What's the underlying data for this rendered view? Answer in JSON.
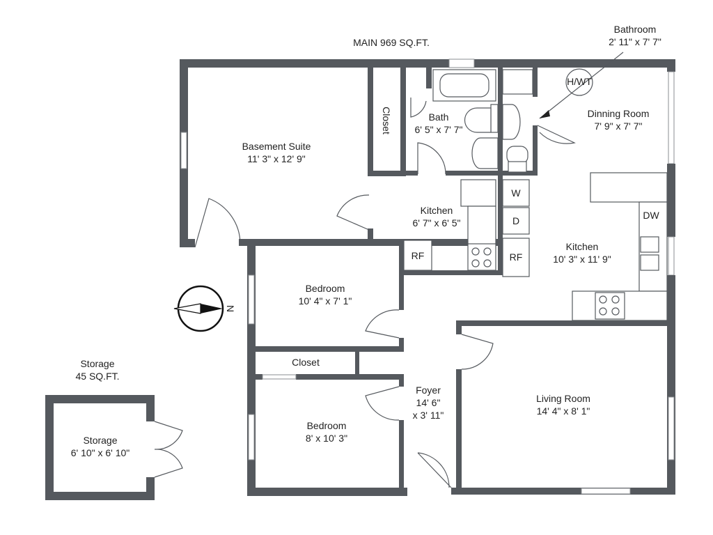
{
  "title": "MAIN  969 SQ.FT.",
  "storage_area": {
    "title": "Storage",
    "area": "45 SQ.FT."
  },
  "compass": {
    "label": "N"
  },
  "fixtures": {
    "water_heater": "H/WT",
    "washer": "W",
    "dryer": "D",
    "fridge": "RF",
    "dishwasher": "DW"
  },
  "rooms": {
    "bathroom_callout": {
      "name": "Bathroom",
      "size": "2' 11\" x 7' 7\""
    },
    "basement_suite": {
      "name": "Basement Suite",
      "size": "11' 3\" x 12' 9\""
    },
    "closet_top": {
      "name": "Closet"
    },
    "bath": {
      "name": "Bath",
      "size": "6' 5\" x 7' 7\""
    },
    "dining": {
      "name": "Dinning Room",
      "size": "7' 9\" x 7' 7\""
    },
    "kitchen_small": {
      "name": "Kitchen",
      "size": "6' 7\" x 6' 5\""
    },
    "kitchen_main": {
      "name": "Kitchen",
      "size": "10' 3\" x 11' 9\""
    },
    "bedroom1": {
      "name": "Bedroom",
      "size": "10' 4\" x 7' 1\""
    },
    "closet_mid": {
      "name": "Closet"
    },
    "foyer": {
      "name": "Foyer",
      "size1": "14' 6\"",
      "size2": "x 3' 11\""
    },
    "bedroom2": {
      "name": "Bedroom",
      "size": "8' x 10' 3\""
    },
    "living": {
      "name": "Living Room",
      "size": "14' 4\" x 8' 1\""
    },
    "storage": {
      "name": "Storage",
      "size": "6' 10\" x 6' 10\""
    }
  }
}
